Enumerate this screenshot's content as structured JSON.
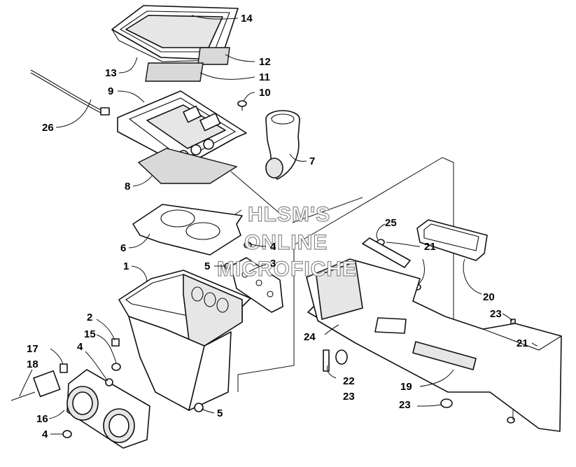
{
  "watermark": {
    "line1": "HLSM'S",
    "line2": "ONLINE",
    "line3": "MICROFICHE"
  },
  "callouts": [
    "14",
    "12",
    "13",
    "11",
    "9",
    "10",
    "26",
    "7",
    "8",
    "6",
    "4",
    "1",
    "5",
    "3",
    "25",
    "21",
    "20",
    "23",
    "2",
    "15",
    "24",
    "21",
    "17",
    "18",
    "22",
    "23",
    "19",
    "23",
    "16",
    "4",
    "5",
    "4"
  ]
}
